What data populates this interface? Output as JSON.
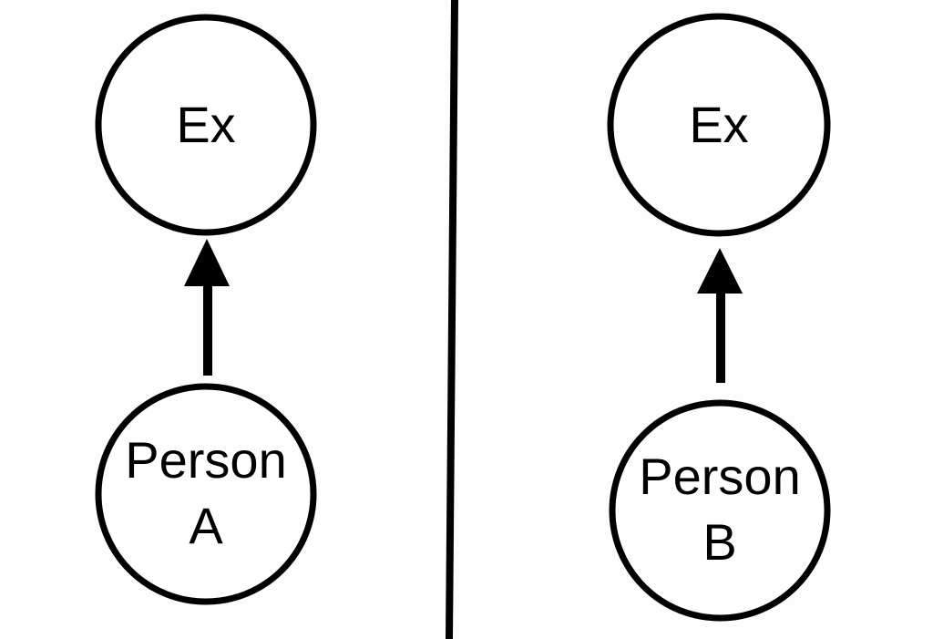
{
  "colors": {
    "background": "#fdfdfd",
    "stroke": "#000000"
  },
  "panels": [
    {
      "top_node": {
        "label": "Ex"
      },
      "bottom_node": {
        "line1": "Person",
        "line2": "A"
      }
    },
    {
      "top_node": {
        "label": "Ex"
      },
      "bottom_node": {
        "line1": "Person",
        "line2": "B"
      }
    }
  ]
}
